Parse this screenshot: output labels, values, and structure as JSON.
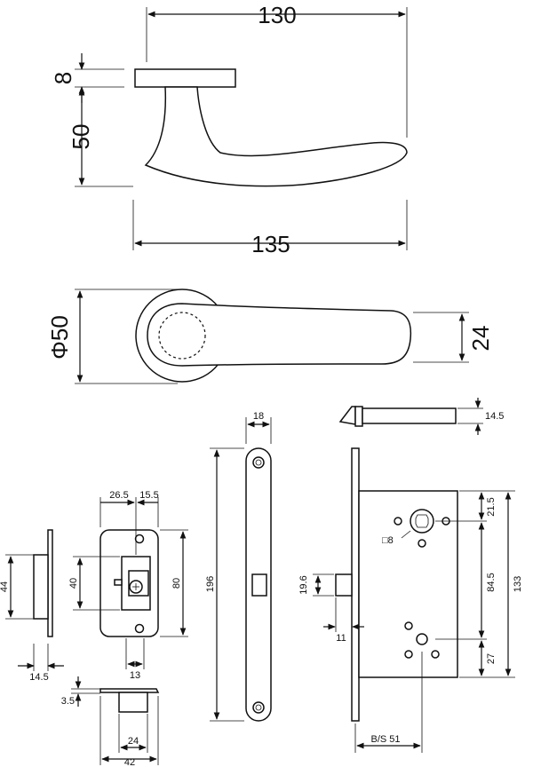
{
  "lever_side": {
    "width_top": "130",
    "thickness": "8",
    "height": "50",
    "width_bottom": "135"
  },
  "lever_top": {
    "rose_diameter": "Φ50",
    "grip_width": "24"
  },
  "strike_side": {
    "height": "44",
    "depth": "14.5",
    "thickness": "3.5"
  },
  "strike_front": {
    "offset_left": "26.5",
    "offset_right": "15.5",
    "opening": "40",
    "height": "80",
    "bottom": "13",
    "width_bottom": "24",
    "width_total": "42"
  },
  "faceplate": {
    "width": "18",
    "length": "196"
  },
  "lock_body": {
    "latch_depth": "14.5",
    "top_offset": "21.5",
    "spindle": "□8",
    "latch_height": "19.6",
    "latch_proj": "11",
    "center": "84.5",
    "bottom_offset": "27",
    "total": "133",
    "backset": "B/S 51"
  }
}
